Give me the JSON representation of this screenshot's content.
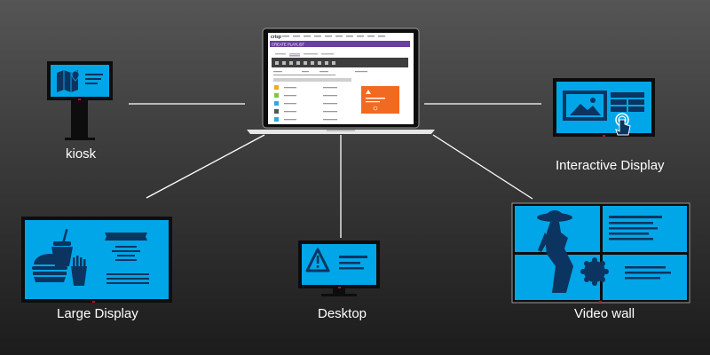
{
  "hub": {
    "name": "laptop-cms",
    "app_logo": "crisp",
    "panel_title": "CREATE PLAYLIST",
    "accent_color": "#6b3fa0",
    "tile_color": "#f26a21"
  },
  "devices": [
    {
      "id": "kiosk",
      "label": "kiosk",
      "icon": "kiosk-map-icon"
    },
    {
      "id": "interactive",
      "label": "Interactive Display",
      "icon": "touch-display-icon"
    },
    {
      "id": "large",
      "label": "Large Display",
      "icon": "food-menu-display-icon"
    },
    {
      "id": "desktop",
      "label": "Desktop",
      "icon": "warning-monitor-icon"
    },
    {
      "id": "videowall",
      "label": "Video wall",
      "icon": "video-wall-icon"
    }
  ],
  "colors": {
    "screen": "#00a6e8",
    "screen_ink": "#0b3560",
    "bezel": "#0d0d0d",
    "connector": "#ffffff"
  }
}
